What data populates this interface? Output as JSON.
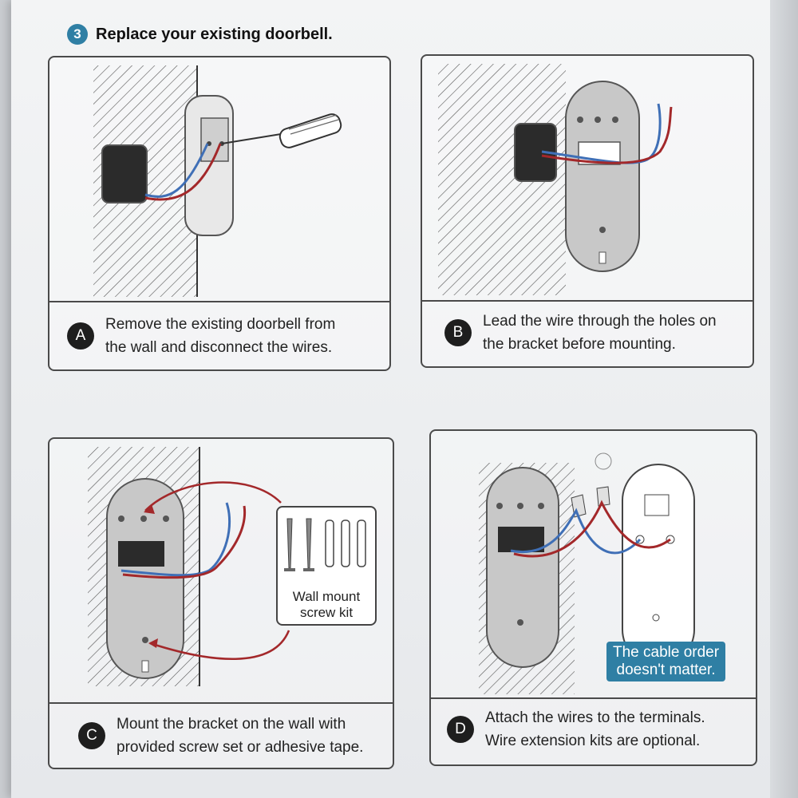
{
  "header": {
    "step_number": "3",
    "title": "Replace your existing doorbell."
  },
  "colors": {
    "accent": "#2f7fa4",
    "wire_red": "#a3282a",
    "wire_blue": "#3f6fb6",
    "badge_dark": "#1e1e1e"
  },
  "panels": [
    {
      "letter": "A",
      "lines": [
        "Remove the existing doorbell from",
        "the wall and disconnect the wires."
      ]
    },
    {
      "letter": "B",
      "lines": [
        "Lead the wire through the holes on",
        "the bracket before mounting."
      ]
    },
    {
      "letter": "C",
      "lines": [
        "Mount the bracket on the wall with",
        "provided screw set or adhesive tape."
      ]
    },
    {
      "letter": "D",
      "lines": [
        "Attach the wires to the terminals.",
        "Wire extension kits are optional."
      ]
    }
  ],
  "screw_kit": {
    "line1": "Wall mount",
    "line2": "screw kit"
  },
  "cable_note": {
    "line1": "The cable order",
    "line2": "doesn't matter."
  },
  "icons": [
    "screwdriver-icon",
    "wall-hatch",
    "bracket",
    "doorbell",
    "wire-nut-icon",
    "screw-icon",
    "wall-anchor-icon"
  ]
}
